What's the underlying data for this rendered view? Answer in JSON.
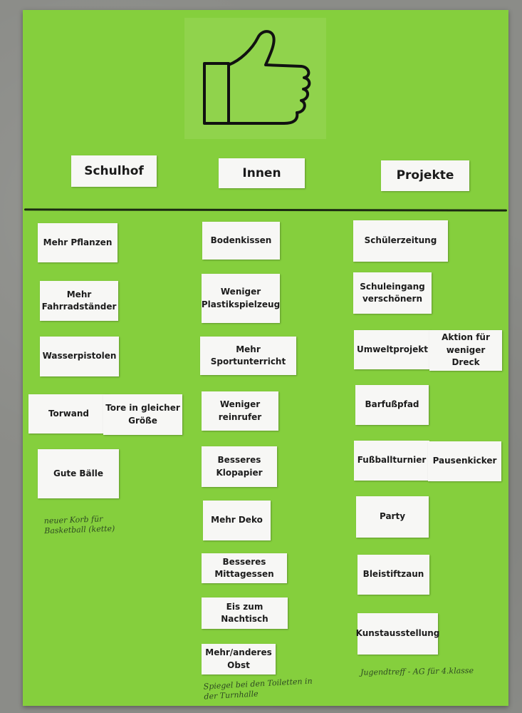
{
  "headers": {
    "schulhof": "Schulhof",
    "innen": "Innen",
    "projekte": "Projekte"
  },
  "schulhof": {
    "mehr_pflanzen": "Mehr Pflanzen",
    "fahrradstaender": "Mehr Fahrradständer",
    "wasserpistolen": "Wasserpistolen",
    "torwand": "Torwand",
    "tore": "Tore in gleicher Größe",
    "gute_baelle": "Gute Bälle",
    "note": "neuer Korb für Basketball (kette)"
  },
  "innen": {
    "bodenkissen": "Bodenkissen",
    "plastikspielzeug": "Weniger Plastikspielzeug",
    "sportunterricht": "Mehr Sportunterricht",
    "reinrufer": "Weniger reinrufer",
    "klopapier": "Besseres Klopapier",
    "deko": "Mehr Deko",
    "mittagessen": "Besseres Mittagessen",
    "eis": "Eis zum Nachtisch",
    "obst": "Mehr/anderes Obst",
    "note": "Spiegel bei den Toiletten in der Turnhalle"
  },
  "projekte": {
    "schuelerzeitung": "Schülerzeitung",
    "schuleingang": "Schuleingang verschönern",
    "umweltprojekt": "Umweltprojekt",
    "dreck": "Aktion für weniger Dreck",
    "barfusspfad": "Barfußpfad",
    "fussballturnier": "Fußballturnier",
    "pausenkicker": "Pausenkicker",
    "party": "Party",
    "bleistiftzaun": "Bleistiftzaun",
    "kunstausstellung": "Kunstausstellung",
    "note": "Jugendtreff - AG für 4.klasse"
  },
  "icons": {
    "thumb": "thumbs-up-icon"
  },
  "colors": {
    "poster": "#85cf3d",
    "card": "#f7f7f5",
    "outline": "#1b2a12"
  }
}
